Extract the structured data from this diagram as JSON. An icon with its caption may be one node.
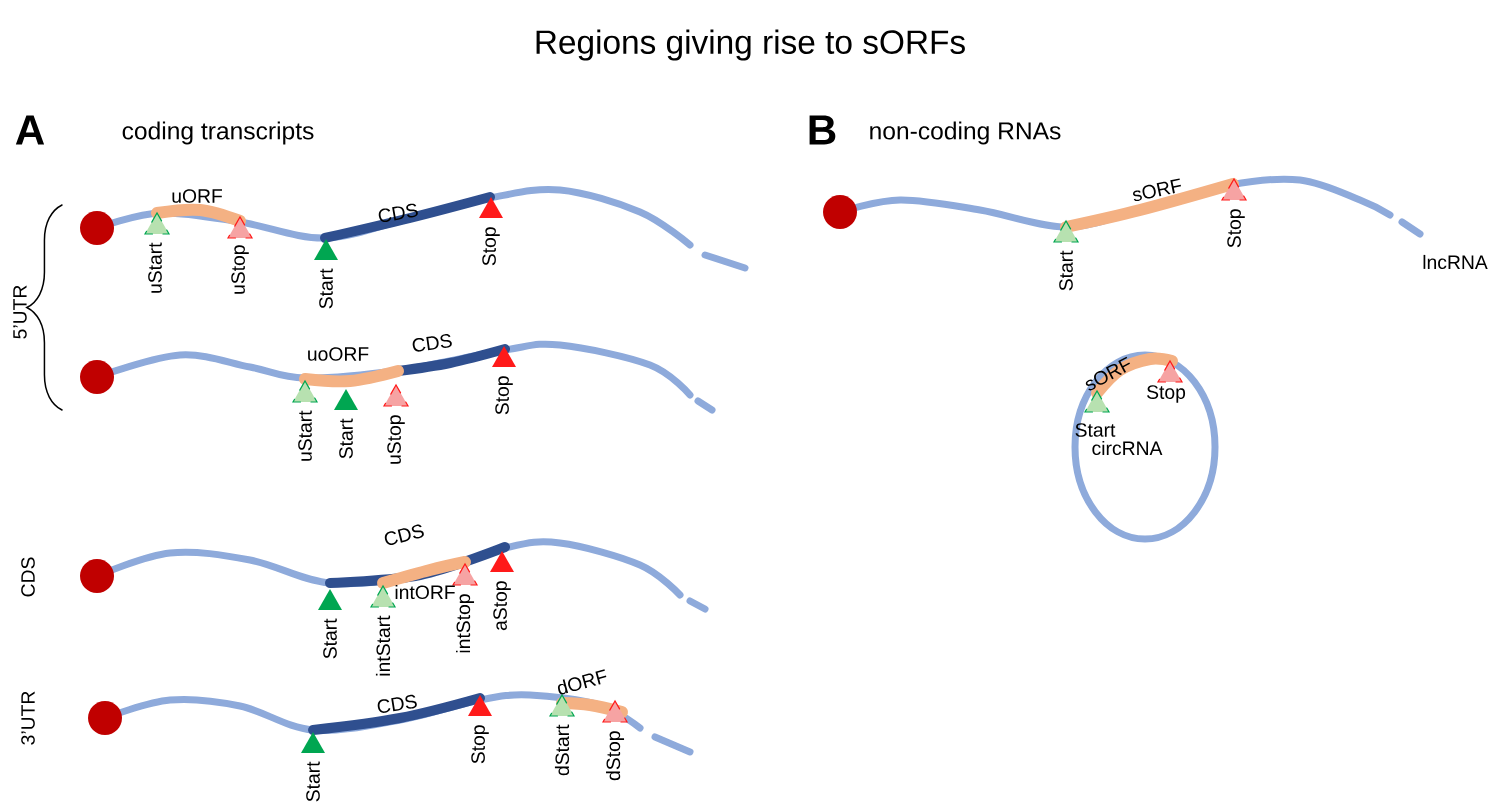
{
  "diagram": {
    "title": "Regions giving rise to sORFs",
    "labels": [
      "A",
      "coding transcripts",
      "B",
      "non-coding RNAs",
      "uORF",
      "CDS",
      "uStart",
      "uStop",
      "Start",
      "Stop",
      "5’UTR",
      "sORF",
      "Start",
      "Stop",
      "lncRNA",
      "uoORF",
      "CDS",
      "uStart",
      "Start",
      "uStop",
      "Stop",
      "sORF",
      "Start",
      "Stop",
      "circRNA",
      "CDS",
      "CDS",
      "intORF",
      "Start",
      "intStart",
      "intStop",
      "aStop",
      "3’UTR",
      "CDS",
      "dORF",
      "Start",
      "Stop",
      "dStart",
      "dStop"
    ]
  }
}
